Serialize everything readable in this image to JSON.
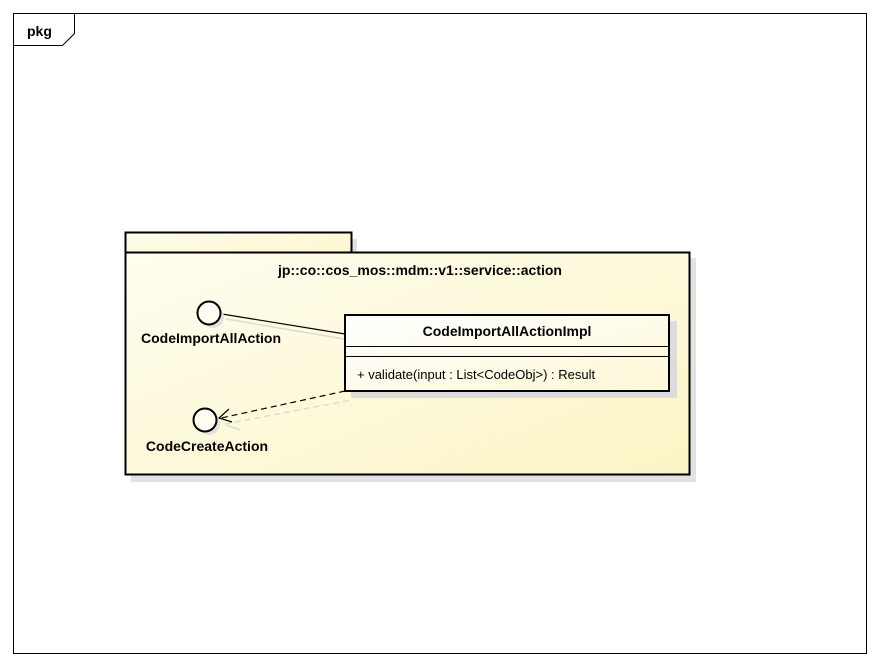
{
  "frame": {
    "label": "pkg"
  },
  "package": {
    "name": "jp::co::cos_mos::mdm::v1::service::action"
  },
  "interfaces": [
    {
      "name": "CodeImportAllAction"
    },
    {
      "name": "CodeCreateAction"
    }
  ],
  "class": {
    "name": "CodeImportAllActionImpl",
    "operations": [
      "+ validate(input : List<CodeObj>) : Result"
    ]
  },
  "relations": [
    {
      "from": "CodeImportAllActionImpl",
      "to": "CodeImportAllAction",
      "kind": "realization"
    },
    {
      "from": "CodeImportAllActionImpl",
      "to": "CodeCreateAction",
      "kind": "dependency"
    }
  ],
  "colors": {
    "package_fill_start": "#fffde3",
    "package_fill_end": "#fbf4bf",
    "shadow": "#d9d9d9",
    "stroke": "#000000"
  }
}
